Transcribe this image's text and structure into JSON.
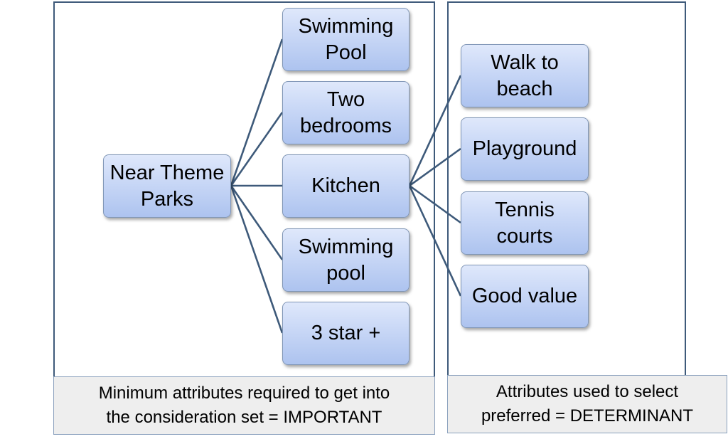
{
  "root": {
    "label": "Near Theme\nParks"
  },
  "important": [
    {
      "label": "Swimming\nPool"
    },
    {
      "label": "Two\nbedrooms"
    },
    {
      "label": "Kitchen"
    },
    {
      "label": "Swimming\npool"
    },
    {
      "label": "3 star +"
    }
  ],
  "determinant": [
    {
      "label": "Walk to\nbeach"
    },
    {
      "label": "Playground"
    },
    {
      "label": "Tennis\ncourts"
    },
    {
      "label": "Good value"
    }
  ],
  "captions": {
    "important": "Minimum attributes required to get into\nthe consideration set = IMPORTANT",
    "determinant": "Attributes used to select\npreferred = DETERMINANT"
  }
}
